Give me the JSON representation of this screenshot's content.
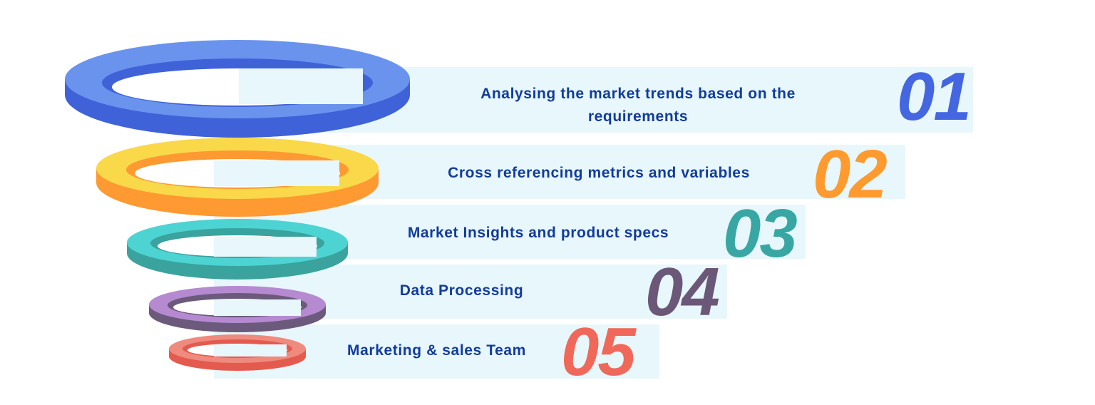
{
  "funnel": {
    "steps": [
      {
        "number": "01",
        "text": "Analysing the market trends based on the requirements",
        "color": "#4466e0",
        "ring_top": "#6a93ee",
        "ring_side": "#3f62d9"
      },
      {
        "number": "02",
        "text": "Cross referencing metrics and variables",
        "color": "#ff9a2e",
        "ring_top": "#f9d84a",
        "ring_side": "#ff9932"
      },
      {
        "number": "03",
        "text": "Market Insights and product specs",
        "color": "#38a7a3",
        "ring_top": "#4ed3d3",
        "ring_side": "#3aa39e"
      },
      {
        "number": "04",
        "text": "Data Processing",
        "color": "#6b5878",
        "ring_top": "#b58ad0",
        "ring_side": "#6c5a7c"
      },
      {
        "number": "05",
        "text": "Marketing & sales Team",
        "color": "#f0685a",
        "ring_top": "#ef8a7e",
        "ring_side": "#e55a4e"
      }
    ],
    "band_color": "#e8f7fb",
    "text_color": "#123c9c"
  }
}
